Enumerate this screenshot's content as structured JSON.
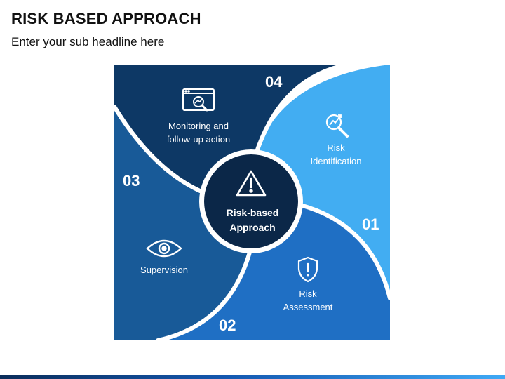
{
  "title": "RISK BASED APPROACH",
  "subtitle": "Enter your sub headline here",
  "center": {
    "line1": "Risk-based",
    "line2": "Approach",
    "icon": "warning-icon"
  },
  "segments": [
    {
      "number": "01",
      "line1": "Risk",
      "line2": "Identification",
      "icon": "magnify-chart-icon",
      "color": "#42adf2"
    },
    {
      "number": "02",
      "line1": "Risk",
      "line2": "Assessment",
      "icon": "shield-alert-icon",
      "color": "#1f6fc4"
    },
    {
      "number": "03",
      "line1": "Supervision",
      "line2": "",
      "icon": "eye-icon",
      "color": "#185a98"
    },
    {
      "number": "04",
      "line1": "Monitoring and",
      "line2": "follow-up action",
      "icon": "monitor-analytics-icon",
      "color": "#0d3865"
    }
  ],
  "colors": {
    "center": "#0b2748",
    "title": "#111111"
  }
}
